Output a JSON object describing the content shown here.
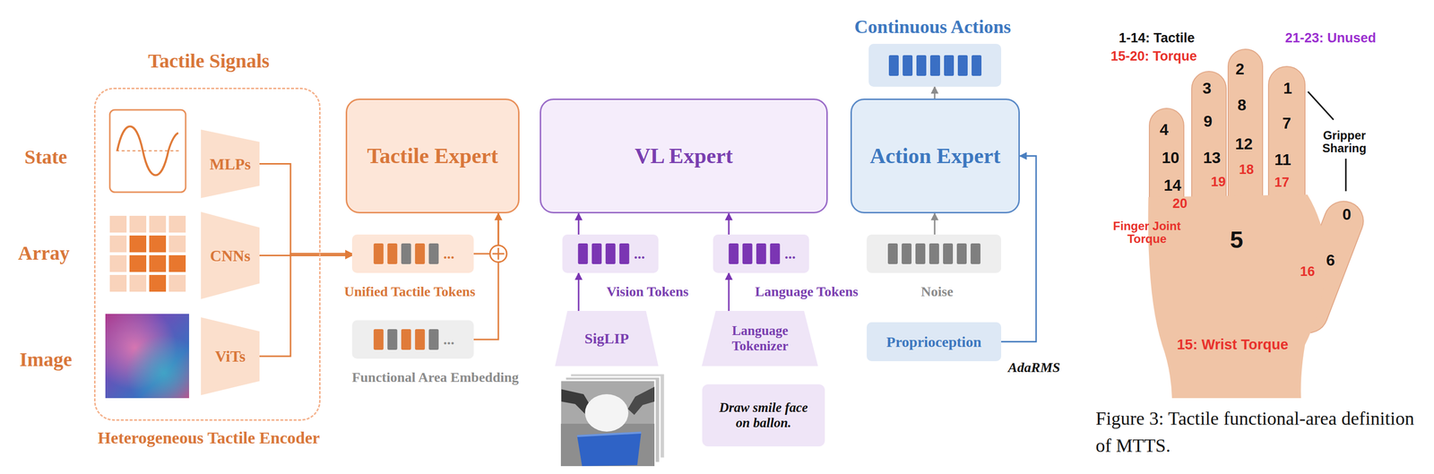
{
  "diagram": {
    "caption": "Figure 3: Tactile functional-area definition of MTTS.",
    "nodes": [
      {
        "text": [
          "Tactile Signals",
          "Heterogeneous Tactile Encoder"
        ]
      },
      {
        "text": [
          "MLPs"
        ],
        "in": 0
      },
      {
        "text": [
          "CNNs"
        ],
        "in": 0
      },
      {
        "text": [
          "ViTs"
        ],
        "in": 0
      },
      {
        "text": [
          "Unified Tactile Tokens",
          "..."
        ]
      },
      {
        "text": [
          "Functional Area Embedding",
          "..."
        ]
      },
      {
        "text": [
          "Tactile Expert"
        ]
      },
      {
        "text": [
          "VL Expert"
        ]
      },
      {
        "text": [
          "Action Expert"
        ]
      },
      {
        "text": [
          "Vision Tokens",
          "..."
        ]
      },
      {
        "text": [
          "Language Tokens",
          "..."
        ]
      },
      {
        "text": [
          "SigLIP"
        ]
      },
      {
        "text": [
          "Language Tokenizer"
        ]
      },
      {
        "text": [
          "Draw smile face on ballon."
        ]
      },
      {
        "text": [
          "Continuous Actions"
        ]
      },
      {
        "text": [
          "Noise"
        ]
      },
      {
        "text": [
          "Proprioception"
        ]
      }
    ],
    "edges": [
      {
        "from": 1,
        "to": 4,
        "arrow": "to"
      },
      {
        "from": 2,
        "to": 4,
        "arrow": "to"
      },
      {
        "from": 3,
        "to": 4,
        "arrow": "to"
      },
      {
        "from": 4,
        "to": 6,
        "arrow": "to"
      },
      {
        "from": 5,
        "to": 6,
        "arrow": "to"
      },
      {
        "from": 9,
        "to": 7,
        "arrow": "to"
      },
      {
        "from": 10,
        "to": 7,
        "arrow": "to"
      },
      {
        "from": 11,
        "to": 9,
        "arrow": "to"
      },
      {
        "from": 12,
        "to": 10,
        "arrow": "to"
      },
      {
        "from": 8,
        "to": 14,
        "arrow": "to"
      },
      {
        "from": 15,
        "to": 8,
        "arrow": "to"
      },
      {
        "from": 16,
        "to": 8,
        "label": "AdaRMS",
        "arrow": "to"
      }
    ],
    "labels": [
      "State",
      "Array",
      "Image",
      "1-14: Tactile",
      "15-20: Torque",
      "21-23: Unused",
      "Gripper Sharing",
      "Finger Joint Torque",
      "15: Wrist Torque",
      "1",
      "2",
      "3",
      "4",
      "5",
      "6",
      "7",
      "8",
      "9",
      "10",
      "11",
      "12",
      "13",
      "14",
      "16",
      "17",
      "18",
      "19",
      "20",
      "0"
    ]
  }
}
